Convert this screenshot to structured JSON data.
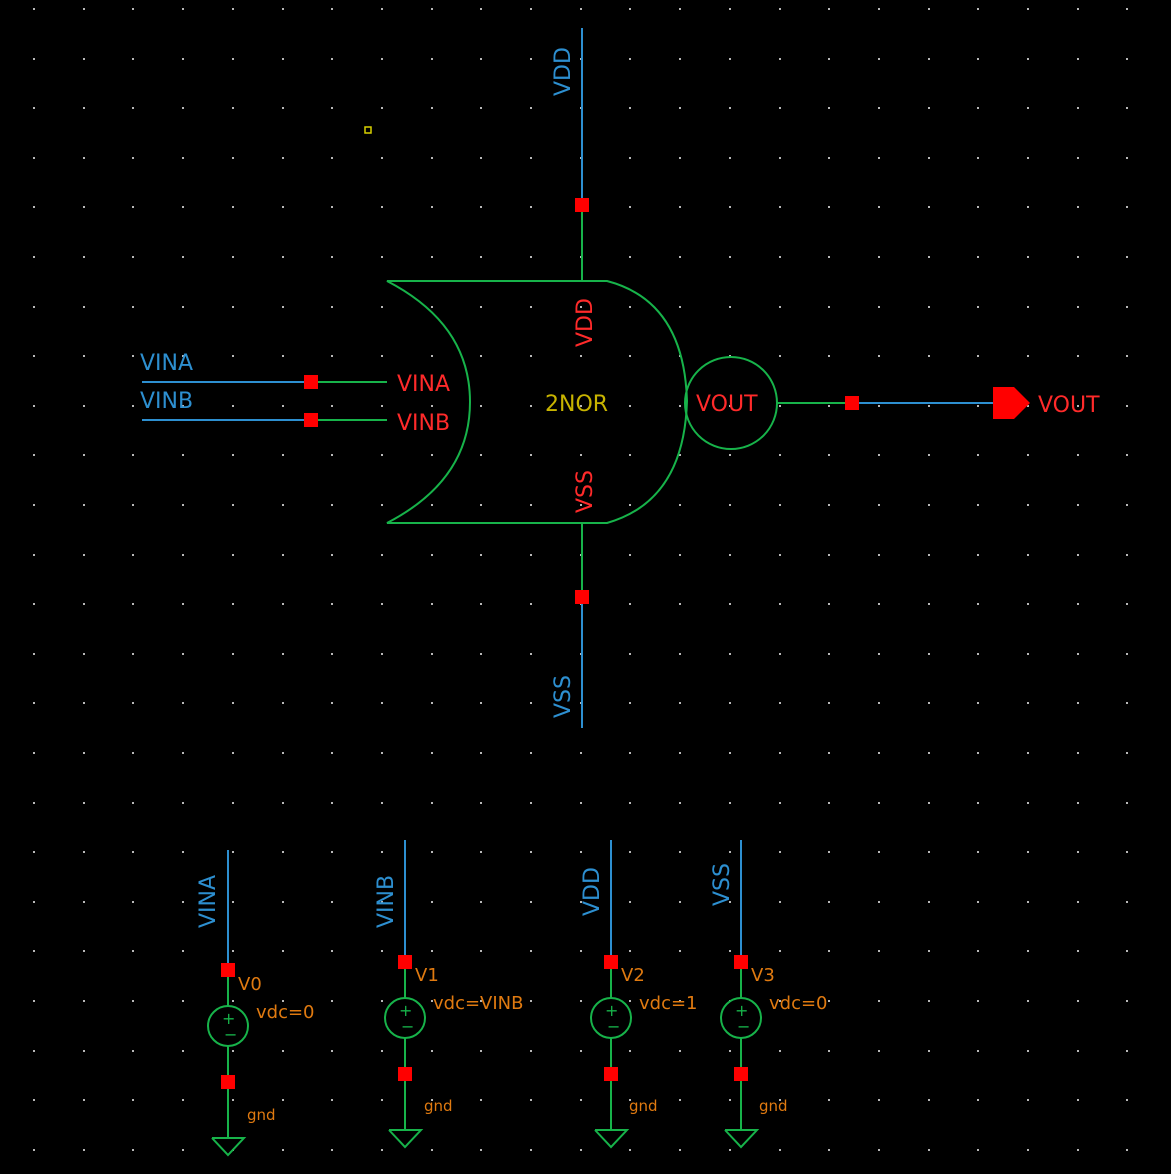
{
  "schematic": {
    "cell_name": "2NOR",
    "inputs": [
      "VINA",
      "VINB"
    ],
    "output": "VOUT",
    "supply_top": "VDD",
    "supply_bottom": "VSS",
    "pins": {
      "vina": "VINA",
      "vinb": "VINB",
      "vout": "VOUT",
      "vdd": "VDD",
      "vss": "VSS"
    },
    "nets": {
      "vina": "VINA",
      "vinb": "VINB",
      "vdd_top": "VDD",
      "vss_bottom": "VSS",
      "vout_out": "VOUT"
    },
    "sources": [
      {
        "net": "VINA",
        "name": "V0",
        "param": "vdc=0",
        "ground": "gnd"
      },
      {
        "net": "VINB",
        "name": "V1",
        "param": "vdc=VINB",
        "ground": "gnd"
      },
      {
        "net": "VDD",
        "name": "V2",
        "param": "vdc=1",
        "ground": "gnd"
      },
      {
        "net": "VSS",
        "name": "V3",
        "param": "vdc=0",
        "ground": "gnd"
      }
    ]
  },
  "colors": {
    "background": "#000000",
    "wire": "#2d8fd0",
    "symbol": "#17b34a",
    "pin": "#ff0000",
    "pin_label": "#ff2a2a",
    "param_label": "#e07a10",
    "cell_label": "#c8b400"
  }
}
